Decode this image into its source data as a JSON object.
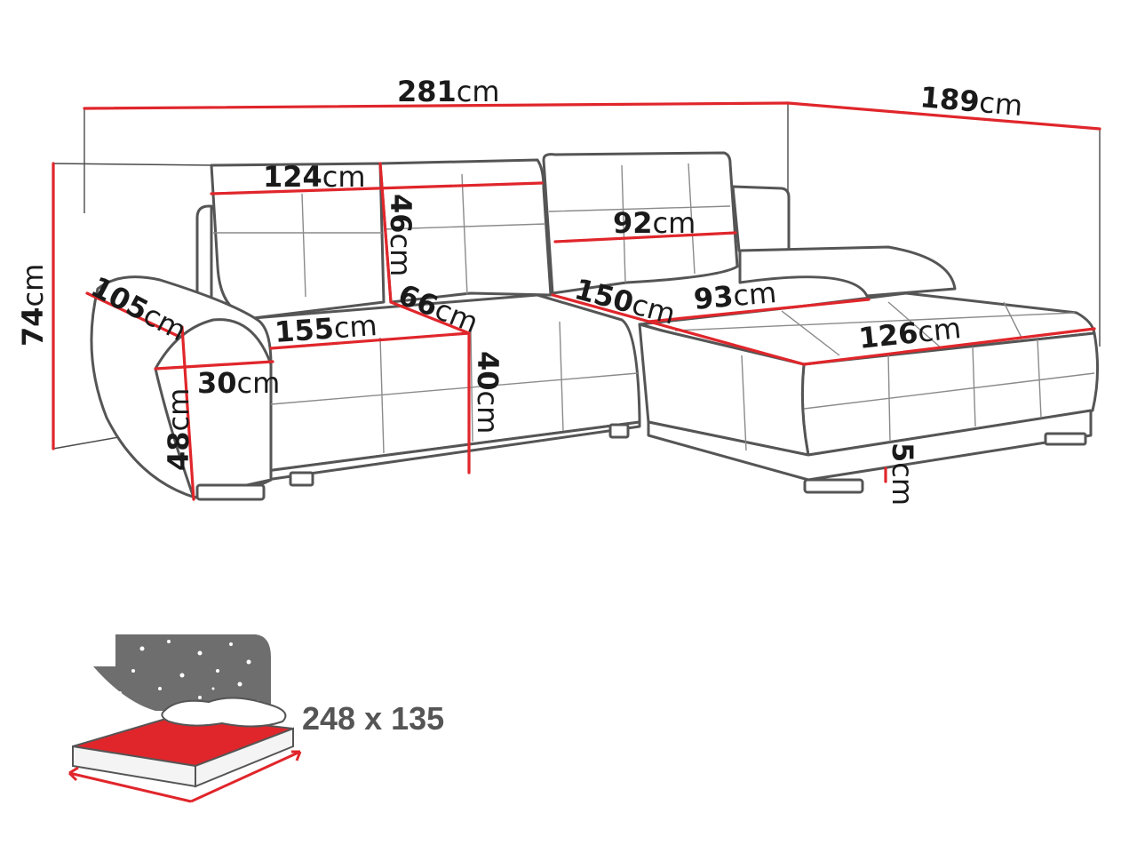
{
  "colors": {
    "dimension_line": "#e0262b",
    "outline": "#555555",
    "text": "#1a1a1a",
    "mattress": "#e0262b",
    "night_sky": "#6e6e6e"
  },
  "dimensions": [
    {
      "id": "total_width",
      "value": "281",
      "unit": "cm"
    },
    {
      "id": "corner_depth",
      "value": "189",
      "unit": "cm"
    },
    {
      "id": "total_height",
      "value": "74",
      "unit": "cm"
    },
    {
      "id": "back_cushion_width",
      "value": "124",
      "unit": "cm"
    },
    {
      "id": "back_cushion_height",
      "value": "46",
      "unit": "cm"
    },
    {
      "id": "corner_cushion_width",
      "value": "92",
      "unit": "cm"
    },
    {
      "id": "armrest_depth",
      "value": "105",
      "unit": "cm"
    },
    {
      "id": "seat_depth",
      "value": "66",
      "unit": "cm"
    },
    {
      "id": "seat_width",
      "value": "155",
      "unit": "cm"
    },
    {
      "id": "chaise_length",
      "value": "150",
      "unit": "cm"
    },
    {
      "id": "chaise_width",
      "value": "93",
      "unit": "cm"
    },
    {
      "id": "chaise_front",
      "value": "126",
      "unit": "cm"
    },
    {
      "id": "armrest_width",
      "value": "30",
      "unit": "cm"
    },
    {
      "id": "armrest_height",
      "value": "48",
      "unit": "cm"
    },
    {
      "id": "seat_height",
      "value": "40",
      "unit": "cm"
    },
    {
      "id": "leg_height",
      "value": "5",
      "unit": "cm"
    }
  ],
  "sleeping_area": {
    "icon": "bed-night-icon",
    "label": "248 x 135"
  }
}
